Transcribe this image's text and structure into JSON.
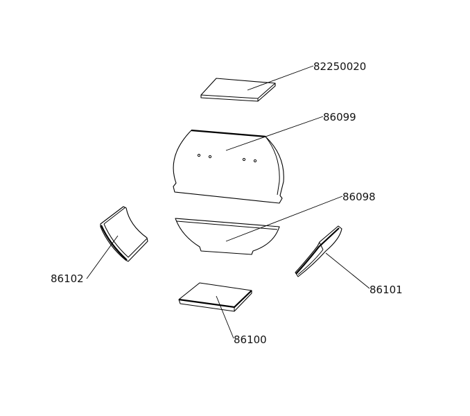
{
  "diagram": {
    "parts": [
      {
        "id": "top-plate",
        "label": "82250020"
      },
      {
        "id": "back-panel",
        "label": "86099"
      },
      {
        "id": "curved-tray",
        "label": "86098"
      },
      {
        "id": "left-side-piece",
        "label": "86102"
      },
      {
        "id": "right-side-piece",
        "label": "86101"
      },
      {
        "id": "bottom-plate",
        "label": "86100"
      }
    ]
  }
}
